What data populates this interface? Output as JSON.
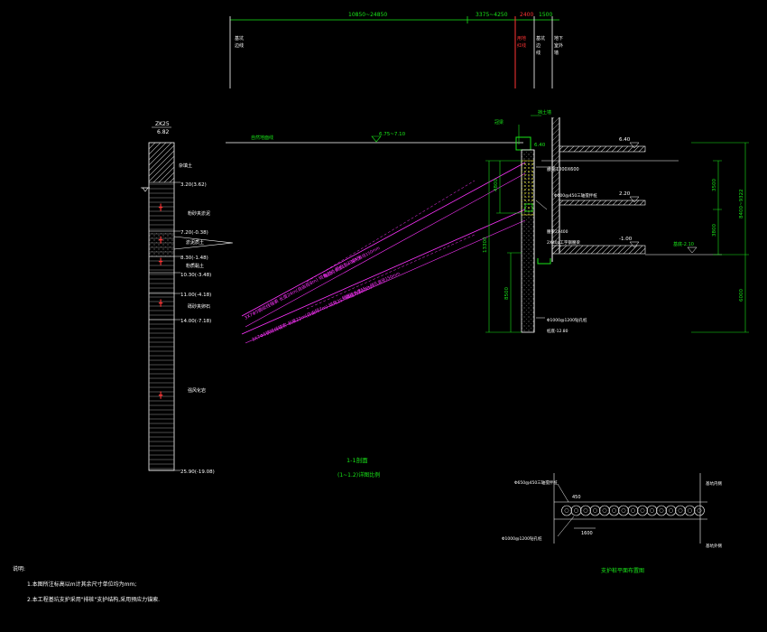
{
  "top_dims": {
    "span_left": "10850~24850",
    "span_mid": "3375~4250",
    "span_small": "1500",
    "label_a": "基坑\n边线",
    "label_b": "用地\n红线",
    "label_c": "基坑\n边\n线",
    "label_d": "地下\n室外\n墙"
  },
  "borehole": {
    "title": "ZK25",
    "elev": "6.82",
    "layers": [
      "杂填土",
      "3.20(3.62)",
      "粉砂夹淤泥",
      "7.20(-0.38)",
      "淤泥质土",
      "8.30(-1.48)",
      "粉质黏土",
      "10.30(-3.48)",
      "11.00(-4.18)",
      "砾砂夹卵石",
      "14.00(-7.18)",
      "强风化岩",
      "25.90(-19.08)"
    ]
  },
  "section": {
    "ground_label": "自然地面线",
    "ground_elev": "6.75~7.10",
    "cap_label": "冠梁",
    "rail_label": "挡土墙",
    "elev_top": "6.40",
    "elev_cap": "6.40",
    "waler_label": "腰梁1000X600",
    "pile_label": "Φ600@450三轴搅拌桩",
    "floor1": "2.20",
    "waler2": "腰梁2X400",
    "slab_label": "2X40a工字钢腰梁",
    "floor2": "-1.00",
    "base": "基底-2.10",
    "dim_4800": "4800",
    "dim_13300": "13300",
    "dim_8500": "8500",
    "dim_3500": "3500",
    "dim_3800": "3800",
    "dim_total": "8400~9322",
    "dim_6000": "6000",
    "pile_bottom": "Φ1000@1200钻孔桩",
    "pile_end": "桩底-12.80",
    "anchor1": "3X7Φ5钢绞线锚索 长度24m(自由段8m) 倾角25° 预应力200kN",
    "anchor1_b": "锚固段长度16m 锚孔直径150mm",
    "anchor2": "3X7Φ5钢绞线锚索 长度22m(自由段7m) 倾角25° 预应力200kN",
    "anchor2_b": "锚固段长度15m 锚孔直径150mm"
  },
  "captions": {
    "section_title": "1-1剖面",
    "section_sub": "(1~1.2)详图比例",
    "plan_title": "支护桩平面布置图"
  },
  "plan": {
    "label_mix": "Φ650@450三轴搅拌桩",
    "label_pile": "Φ1000@1200钻孔桩",
    "dim_450": "450",
    "dim_1600": "1600",
    "right_top": "基坑内侧",
    "right_bot": "基坑外侧"
  },
  "notes": {
    "heading": "说明:",
    "items": [
      "1.本图所注标高以m计其余尺寸单位均为mm;",
      "2.本工程基坑支护采用\"排桩\"支护结构,采用预应力锚索."
    ]
  },
  "colors": {
    "bg": "#000000",
    "line": "#ffffff",
    "dim": "#19e619",
    "anchor": "#ff33ff",
    "soil": "#ffff33",
    "mark": "#ff3333"
  }
}
